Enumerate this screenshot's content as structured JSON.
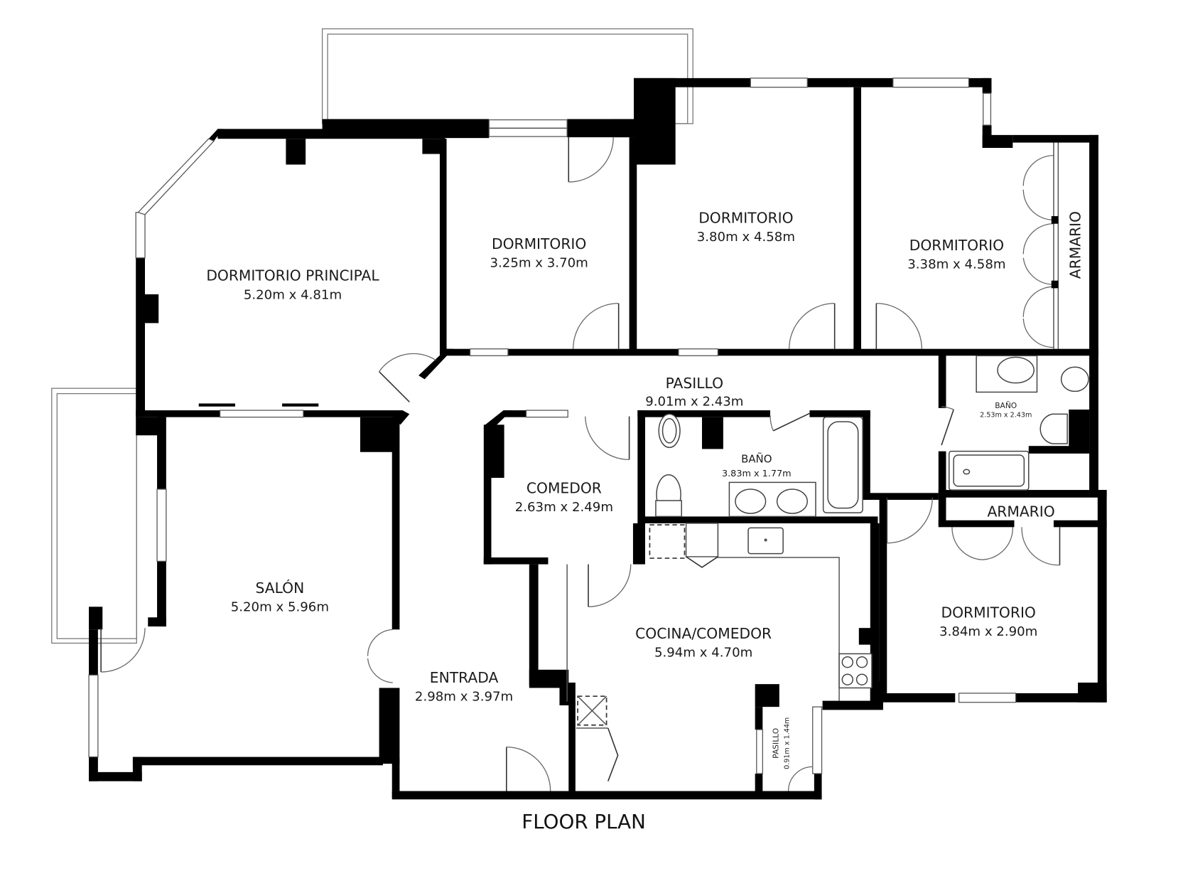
{
  "title": "FLOOR PLAN",
  "colors": {
    "wall": "#000000",
    "background": "#ffffff",
    "text": "#1a1a1a"
  },
  "rooms": {
    "dormitorio_principal": {
      "name": "DORMITORIO PRINCIPAL",
      "dims": "5.20m x 4.81m"
    },
    "dormitorio_1": {
      "name": "DORMITORIO",
      "dims": "3.25m x 3.70m"
    },
    "dormitorio_2": {
      "name": "DORMITORIO",
      "dims": "3.80m x 4.58m"
    },
    "dormitorio_3": {
      "name": "DORMITORIO",
      "dims": "3.38m x 4.58m"
    },
    "armario_vertical": {
      "name": "ARMARIO"
    },
    "pasillo": {
      "name": "PASILLO",
      "dims": "9.01m x 2.43m"
    },
    "bano_small": {
      "name": "BAÑO",
      "dims": "2.53m x 2.43m"
    },
    "bano": {
      "name": "BAÑO",
      "dims": "3.83m x 1.77m"
    },
    "comedor": {
      "name": "COMEDOR",
      "dims": "2.63m x 2.49m"
    },
    "armario_horizontal": {
      "name": "ARMARIO"
    },
    "salon": {
      "name": "SALÓN",
      "dims": "5.20m x 5.96m"
    },
    "cocina": {
      "name": "COCINA/COMEDOR",
      "dims": "5.94m x 4.70m"
    },
    "dormitorio_4": {
      "name": "DORMITORIO",
      "dims": "3.84m x 2.90m"
    },
    "entrada": {
      "name": "ENTRADA",
      "dims": "2.98m x 3.97m"
    },
    "pasillo_small": {
      "name": "PASILLO",
      "dims": "0.91m x 1.44m"
    }
  }
}
